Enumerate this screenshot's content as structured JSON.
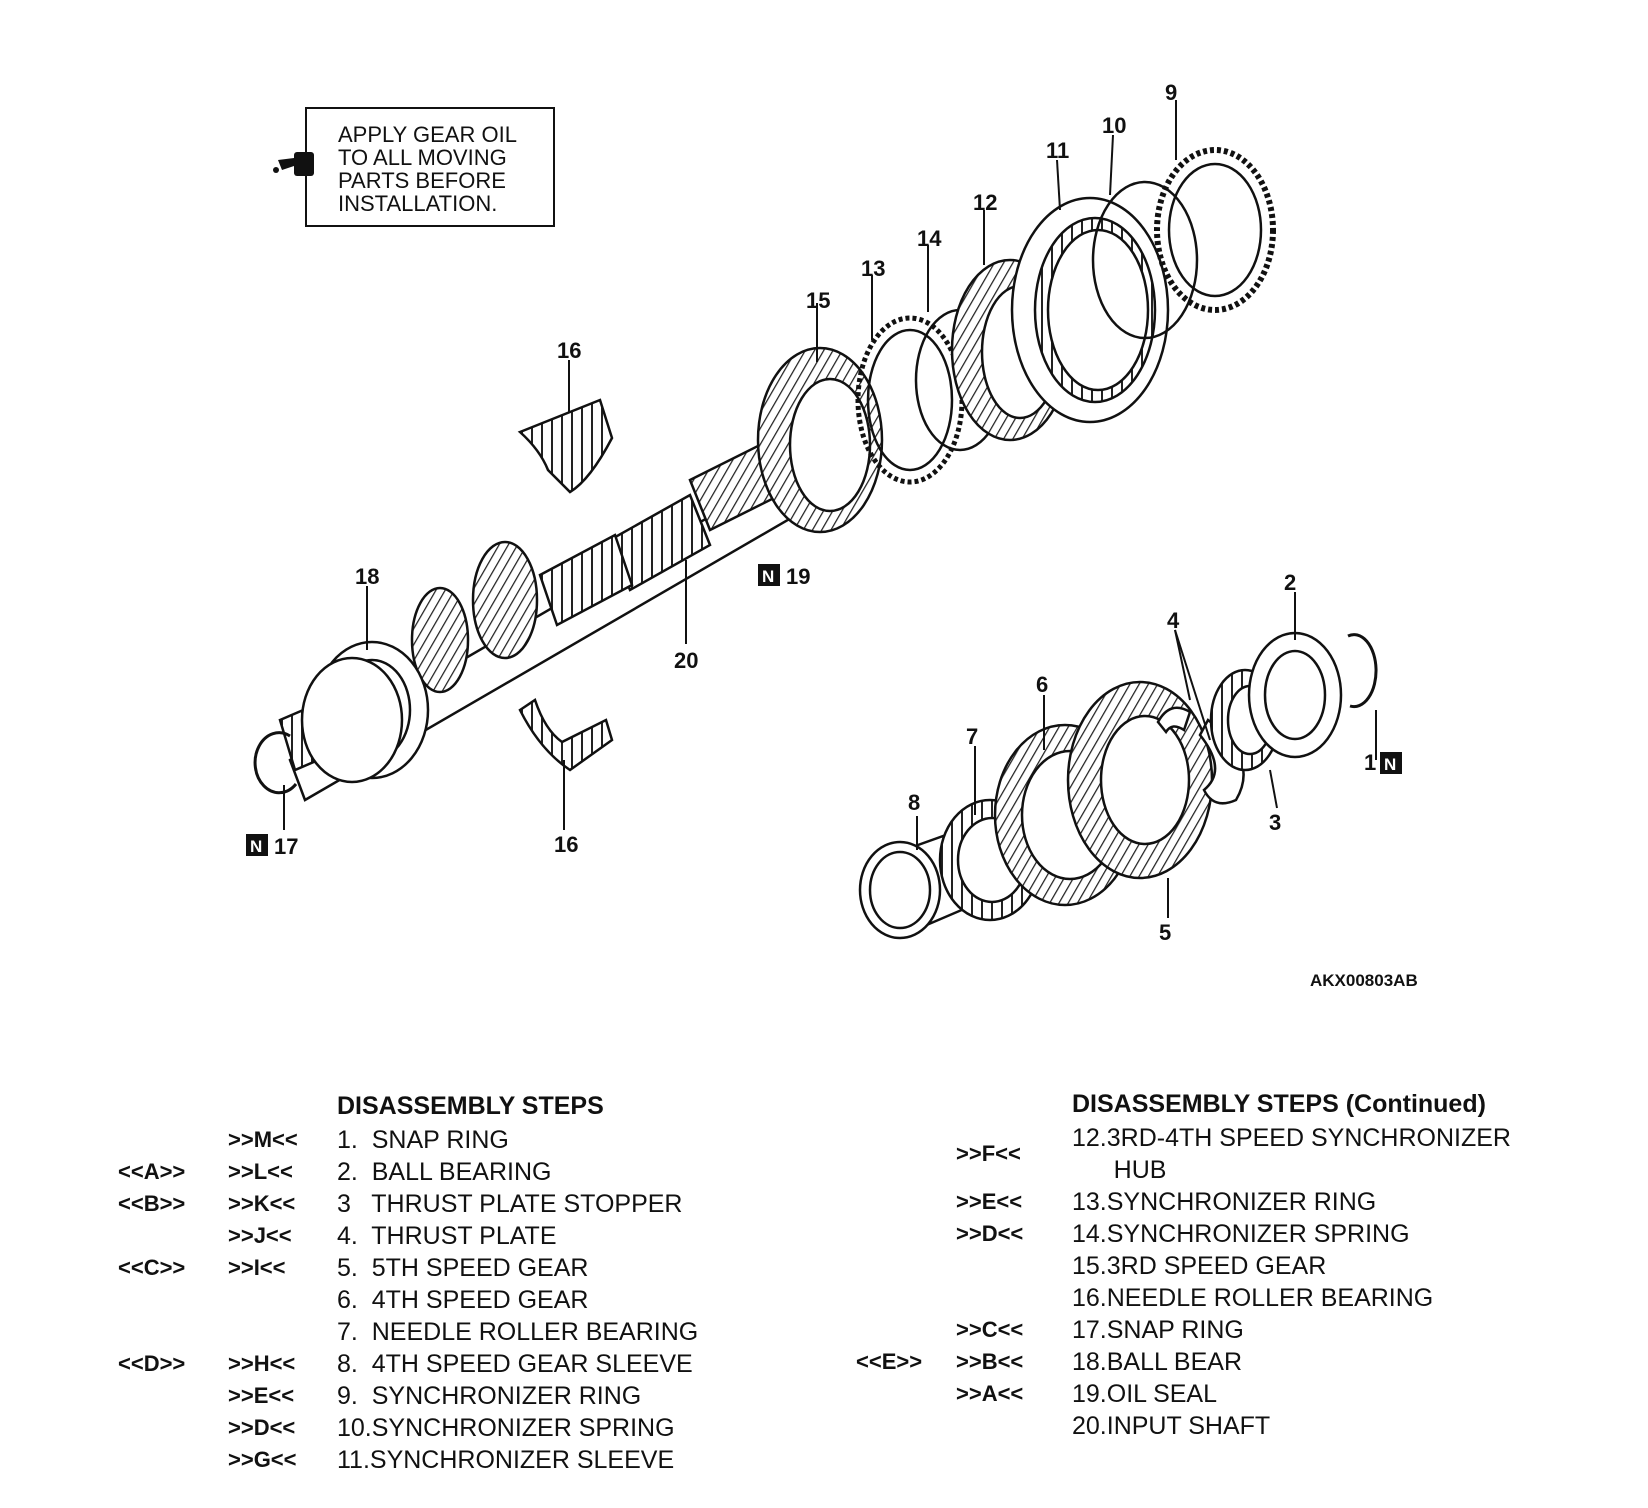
{
  "note": {
    "lines": [
      "APPLY GEAR OIL",
      "TO ALL MOVING",
      "PARTS BEFORE",
      "INSTALLATION."
    ],
    "icon": "oil-can-icon"
  },
  "figure_id": "AKX00803AB",
  "callouts": {
    "c1": "1",
    "c2": "2",
    "c3": "3",
    "c4": "4",
    "c5": "5",
    "c6": "6",
    "c7": "7",
    "c8": "8",
    "c9": "9",
    "c10": "10",
    "c11": "11",
    "c12": "12",
    "c13": "13",
    "c14": "14",
    "c15": "15",
    "c16a": "16",
    "c16b": "16",
    "c17": "17",
    "c18": "18",
    "c19": "19",
    "c20": "20"
  },
  "new_part_badge": "N",
  "legend": {
    "left_title": "DISASSEMBLY STEPS",
    "right_title": "DISASSEMBLY STEPS (Continued)",
    "left_rows": [
      {
        "code_a": "",
        "code_b": ">>M<<",
        "text": "1.  SNAP RING"
      },
      {
        "code_a": "<<A>>",
        "code_b": ">>L<<",
        "text": "2.  BALL BEARING"
      },
      {
        "code_a": "<<B>>",
        "code_b": ">>K<<",
        "text": "3   THRUST PLATE STOPPER"
      },
      {
        "code_a": "",
        "code_b": ">>J<<",
        "text": "4.  THRUST PLATE"
      },
      {
        "code_a": "<<C>>",
        "code_b": ">>I<<",
        "text": "5.  5TH SPEED GEAR"
      },
      {
        "code_a": "",
        "code_b": "",
        "text": "6.  4TH SPEED GEAR"
      },
      {
        "code_a": "",
        "code_b": "",
        "text": "7.  NEEDLE ROLLER BEARING"
      },
      {
        "code_a": "<<D>>",
        "code_b": ">>H<<",
        "text": "8.  4TH SPEED GEAR SLEEVE"
      },
      {
        "code_a": "",
        "code_b": ">>E<<",
        "text": "9.  SYNCHRONIZER RING"
      },
      {
        "code_a": "",
        "code_b": ">>D<<",
        "text": "10.SYNCHRONIZER SPRING"
      },
      {
        "code_a": "",
        "code_b": ">>G<<",
        "text": "11.SYNCHRONIZER SLEEVE"
      }
    ],
    "right_rows": [
      {
        "code_a": "",
        "code_b": ">>F<<",
        "text": "12.3RD-4TH SPEED SYNCHRONIZER\n      HUB"
      },
      {
        "code_a": "",
        "code_b": ">>E<<",
        "text": "13.SYNCHRONIZER RING"
      },
      {
        "code_a": "",
        "code_b": ">>D<<",
        "text": "14.SYNCHRONIZER SPRING"
      },
      {
        "code_a": "",
        "code_b": "",
        "text": "15.3RD SPEED GEAR"
      },
      {
        "code_a": "",
        "code_b": "",
        "text": "16.NEEDLE ROLLER BEARING"
      },
      {
        "code_a": "",
        "code_b": ">>C<<",
        "text": "17.SNAP RING"
      },
      {
        "code_a": "<<E>>",
        "code_b": ">>B<<",
        "text": "18.BALL BEAR"
      },
      {
        "code_a": "",
        "code_b": ">>A<<",
        "text": "19.OIL SEAL"
      },
      {
        "code_a": "",
        "code_b": "",
        "text": "20.INPUT SHAFT"
      }
    ]
  }
}
